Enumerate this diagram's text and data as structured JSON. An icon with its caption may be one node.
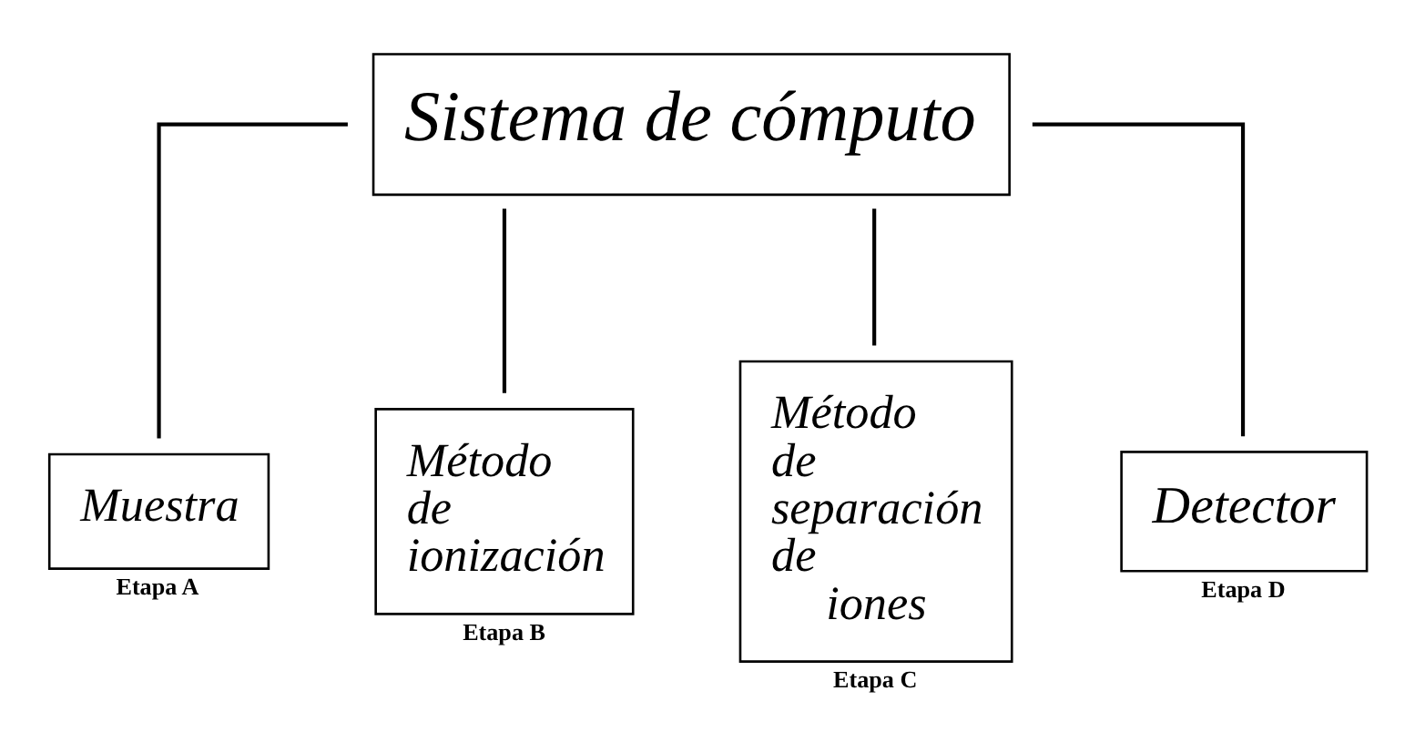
{
  "diagram": {
    "nodes": [
      {
        "text": [
          "Sistema de cómputo"
        ]
      },
      {
        "text": [
          "Muestra"
        ],
        "beside": [
          "Etapa A"
        ]
      },
      {
        "text": [
          "Método de ionización"
        ],
        "beside": [
          "Etapa B"
        ]
      },
      {
        "text": [
          "Método de separación de iones"
        ],
        "beside": [
          "Etapa C"
        ]
      },
      {
        "text": [
          "Detector"
        ],
        "beside": [
          "Etapa D"
        ]
      }
    ],
    "edges": [
      {
        "from": 0,
        "to": 1,
        "arrow": "none"
      },
      {
        "from": 0,
        "to": 2,
        "arrow": "none"
      },
      {
        "from": 0,
        "to": 3,
        "arrow": "none"
      },
      {
        "from": 0,
        "to": 4,
        "arrow": "none"
      }
    ]
  }
}
